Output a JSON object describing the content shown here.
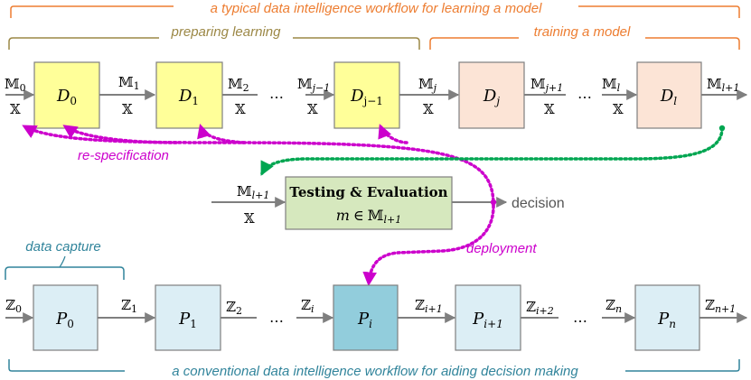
{
  "colors": {
    "orange": "#ED7D31",
    "olive": "#9C8846",
    "magenta": "#CC00CC",
    "green": "#00A651",
    "teal": "#31849B",
    "yellow_fill": "#FFFF99",
    "peach_fill": "#FCE4D6",
    "lightblue_fill": "#DCEEF5",
    "darkblue_fill": "#92CDDC",
    "green_fill": "#D6E8BE",
    "gray": "#7F7F7F"
  },
  "labels": {
    "top_title": "a typical data intelligence workflow for learning a model",
    "preparing": "preparing learning",
    "training": "training a model",
    "respec": "re-specification",
    "deployment": "deployment",
    "data_capture": "data capture",
    "bottom_title": "a conventional data intelligence workflow for aiding decision making",
    "decision": "decision",
    "ellipsis": "…"
  },
  "eval_box": {
    "title": "Testing & Evaluation",
    "m": "m",
    "elem": "∈",
    "set": "𝕄",
    "sub": "l+1"
  },
  "eval_inputs": {
    "m_sym": "𝕄",
    "m_sub": "l+1",
    "x_sym": "𝕏"
  },
  "top_row": {
    "boxes": [
      {
        "sym": "D",
        "sub": "0"
      },
      {
        "sym": "D",
        "sub": "1"
      },
      {
        "sym": "D",
        "sub": "j−1"
      },
      {
        "sym": "D",
        "sub": "j"
      },
      {
        "sym": "D",
        "sub": "l"
      }
    ],
    "in_labels": [
      {
        "sym": "𝕄",
        "sub": "0"
      },
      {
        "sym": "𝕄",
        "sub": "1"
      },
      {
        "sym": "𝕄",
        "sub": "2"
      },
      {
        "sym": "𝕄",
        "sub": "j−1"
      },
      {
        "sym": "𝕄",
        "sub": "j"
      },
      {
        "sym": "𝕄",
        "sub": "j+1"
      },
      {
        "sym": "𝕄",
        "sub": "l"
      },
      {
        "sym": "𝕄",
        "sub": "l+1"
      }
    ],
    "x_sym": "𝕏"
  },
  "bottom_row": {
    "boxes": [
      {
        "sym": "P",
        "sub": "0"
      },
      {
        "sym": "P",
        "sub": "1"
      },
      {
        "sym": "P",
        "sub": "i"
      },
      {
        "sym": "P",
        "sub": "i+1"
      },
      {
        "sym": "P",
        "sub": "n"
      }
    ],
    "labels": [
      {
        "sym": "ℤ",
        "sub": "0"
      },
      {
        "sym": "ℤ",
        "sub": "1"
      },
      {
        "sym": "ℤ",
        "sub": "2"
      },
      {
        "sym": "ℤ",
        "sub": "i"
      },
      {
        "sym": "ℤ",
        "sub": "i+1"
      },
      {
        "sym": "ℤ",
        "sub": "i+2"
      },
      {
        "sym": "ℤ",
        "sub": "n"
      },
      {
        "sym": "ℤ",
        "sub": "n+1"
      }
    ]
  }
}
